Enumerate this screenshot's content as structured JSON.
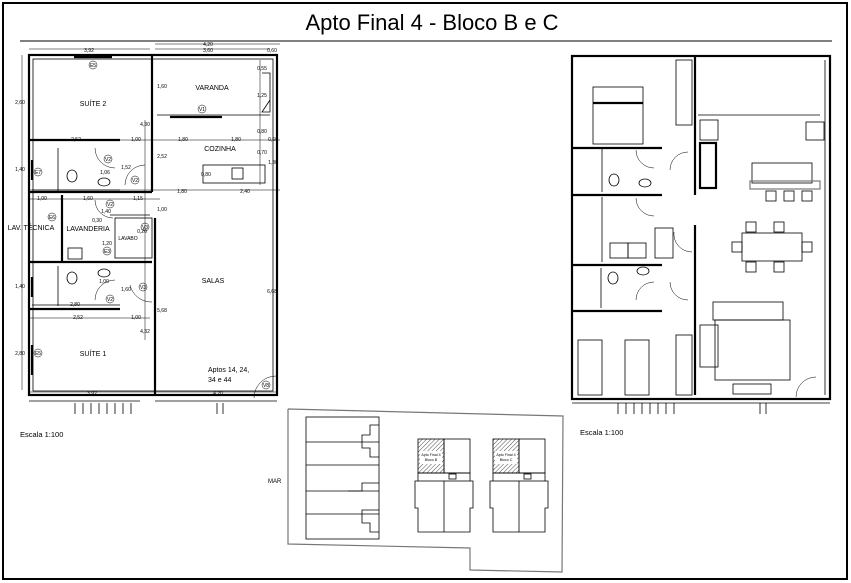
{
  "title": "Apto Final 4 - Bloco B e C",
  "left_plan": {
    "rooms": {
      "suite2": "SUÍTE 2",
      "varanda": "VARANDA",
      "cozinha": "COZINHA",
      "lav_tecnica": "LAV. TÉCNICA",
      "lavanderia": "LAVANDERIA",
      "lavabo": "LAVABO",
      "salas": "SALAS",
      "suite1": "SUÍTE 1"
    },
    "note_line1": "Aptos 14, 24,",
    "note_line2": "34 e 44",
    "scale": "Escala 1:100",
    "dimensions": [
      "3,92",
      "4,20",
      "3,60",
      "0,60",
      "0,55",
      "2,60",
      "1,60",
      "1,25",
      "4,30",
      "2,52",
      "1,00",
      "1,80",
      "1,80",
      "0,60",
      "0,80",
      "2,52",
      "0,70",
      "1,30",
      "1,40",
      "1,52",
      "1,06",
      "0,80",
      "1,80",
      "2,40",
      "1,00",
      "1,60",
      "1,15",
      "1,00",
      "1,40",
      "0,30",
      "0,20",
      "1,20",
      "1,00",
      "1,40",
      "1,60",
      "2,80",
      "2,52",
      "1,00",
      "5,68",
      "4,32",
      "6,68",
      "2,80",
      "3,92",
      "4,20"
    ],
    "tags": [
      "E5",
      "V1",
      "V2",
      "V2",
      "E7",
      "V2",
      "E6",
      "V3",
      "E3",
      "V3",
      "V2",
      "E5",
      "V8"
    ]
  },
  "right_plan": {
    "scale": "Escala 1:100"
  },
  "site_plan": {
    "sea_label": "MAR",
    "block_b": [
      "Apto Final 4",
      "Bloco B"
    ],
    "block_c": [
      "Apto Final 4",
      "Bloco C"
    ]
  }
}
